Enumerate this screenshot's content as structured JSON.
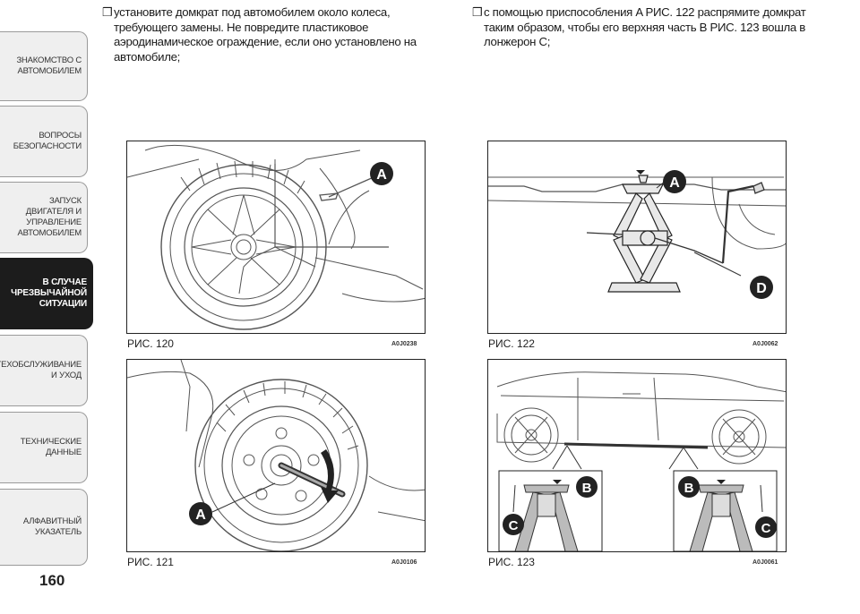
{
  "sidebar": {
    "tabs": [
      {
        "label": "ЗНАКОМСТВО С\nАВТОМОБИЛЕМ",
        "active": false
      },
      {
        "label": "ВОПРОСЫ\nБЕЗОПАСНОСТИ",
        "active": false
      },
      {
        "label": "ЗАПУСК ДВИГАТЕЛЯ И\nУПРАВЛЕНИЕ\nАВТОМОБИЛЕМ",
        "active": false
      },
      {
        "label": "В СЛУЧАЕ\nЧРЕЗВЫЧАЙНОЙ\nСИТУАЦИИ",
        "active": true
      },
      {
        "label": "ТЕХОБСЛУЖИВАНИЕ\nИ УХОД",
        "active": false
      },
      {
        "label": "ТЕХНИЧЕСКИЕ\nДАННЫЕ",
        "active": false
      },
      {
        "label": "АЛФАВИТНЫЙ\nУКАЗАТЕЛЬ",
        "active": false
      }
    ],
    "page_number": "160"
  },
  "left_column": {
    "bullet": "❒",
    "text": "установите домкрат под автомобилем около колеса, требующего замены. Не повредите пластиковое аэродинамическое ограждение, если оно установлено на автомобиле;"
  },
  "right_column": {
    "bullet": "❒",
    "text": "с помощью приспособления A РИС. 122 распрямите домкрат таким образом, чтобы его верхняя часть B РИС. 123 вошла в лонжерон C;"
  },
  "figures": {
    "fig120": {
      "caption": "РИС. 120",
      "code": "A0J0238",
      "callouts": [
        "A"
      ]
    },
    "fig121": {
      "caption": "РИС. 121",
      "code": "A0J0106",
      "callouts": [
        "A"
      ]
    },
    "fig122": {
      "caption": "РИС. 122",
      "code": "A0J0062",
      "callouts": [
        "A",
        "D"
      ]
    },
    "fig123": {
      "caption": "РИС. 123",
      "code": "A0J0061",
      "callouts": [
        "B",
        "C",
        "B",
        "C"
      ]
    }
  },
  "colors": {
    "tab_bg": "#efefef",
    "tab_active_bg": "#1c1c1c",
    "line_art": "#555555"
  }
}
